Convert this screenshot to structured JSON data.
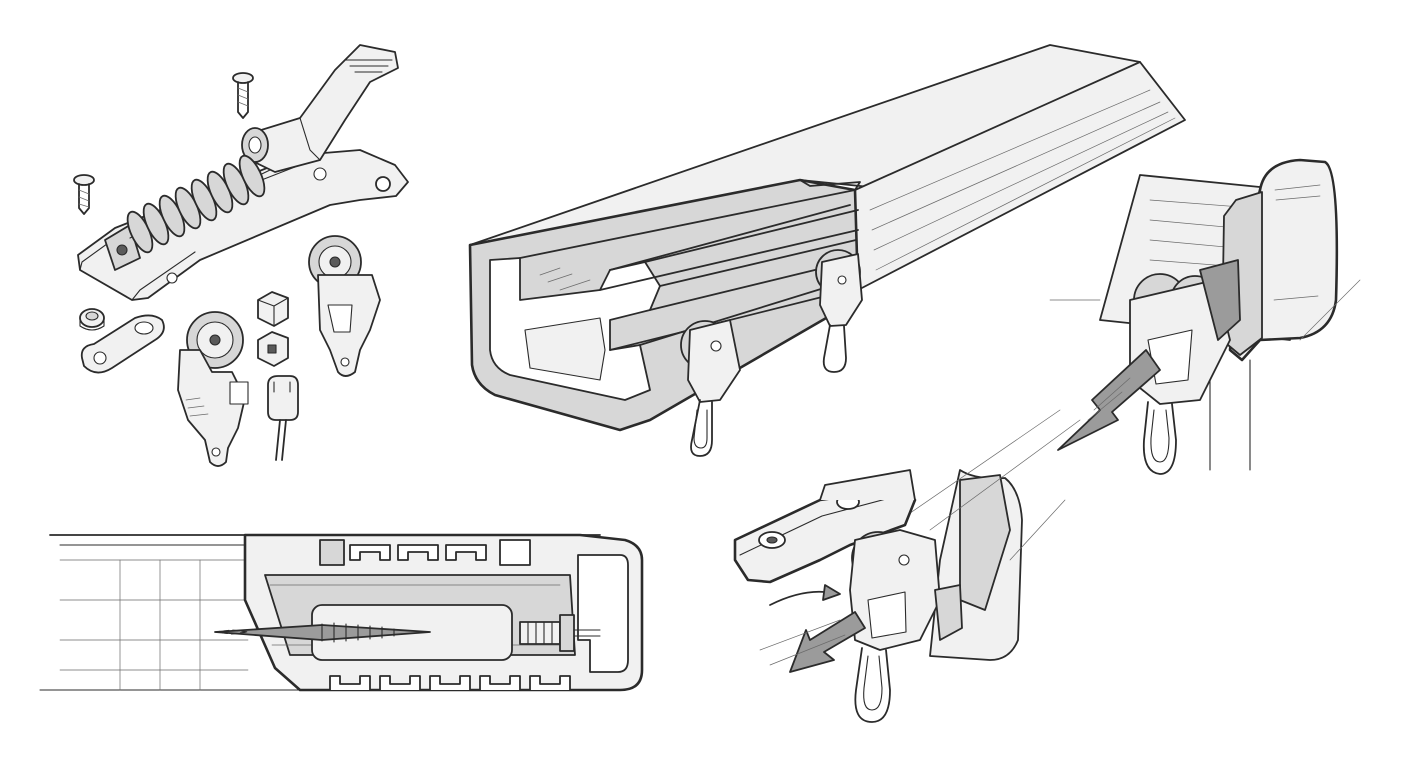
{
  "sheet": {
    "background": "#ffffff",
    "ink_color": "#2b2b2b",
    "shade_colors": [
      "#f1f1f1",
      "#d7d7d7",
      "#9b9b9b",
      "#5a5a5a"
    ]
  },
  "views": [
    {
      "id": "exploded-hardware",
      "parts": [
        "tension-lever-clamp",
        "spring-coil",
        "screw-top",
        "screw-left",
        "screw-small",
        "mounting-plate",
        "roller-carrier",
        "square-insert",
        "cable-connector",
        "roller-hanger"
      ]
    },
    {
      "id": "track-perspective",
      "parts": [
        "aluminium-track-profile",
        "roller-carrier",
        "roller-carrier",
        "hanger-loop",
        "hanger-loop"
      ]
    },
    {
      "id": "end-cap-detail",
      "parts": [
        "end-cap",
        "roller-carrier",
        "hanger-loop",
        "direction-arrow"
      ]
    },
    {
      "id": "track-cross-section",
      "parts": [
        "track-profile-section",
        "threaded-bolt",
        "anchor-insert",
        "set-screw"
      ]
    },
    {
      "id": "corner-bracket-detail",
      "parts": [
        "bracket-plate",
        "roller-carrier",
        "hanger-loop",
        "rotation-arrow",
        "direction-arrow"
      ]
    }
  ]
}
